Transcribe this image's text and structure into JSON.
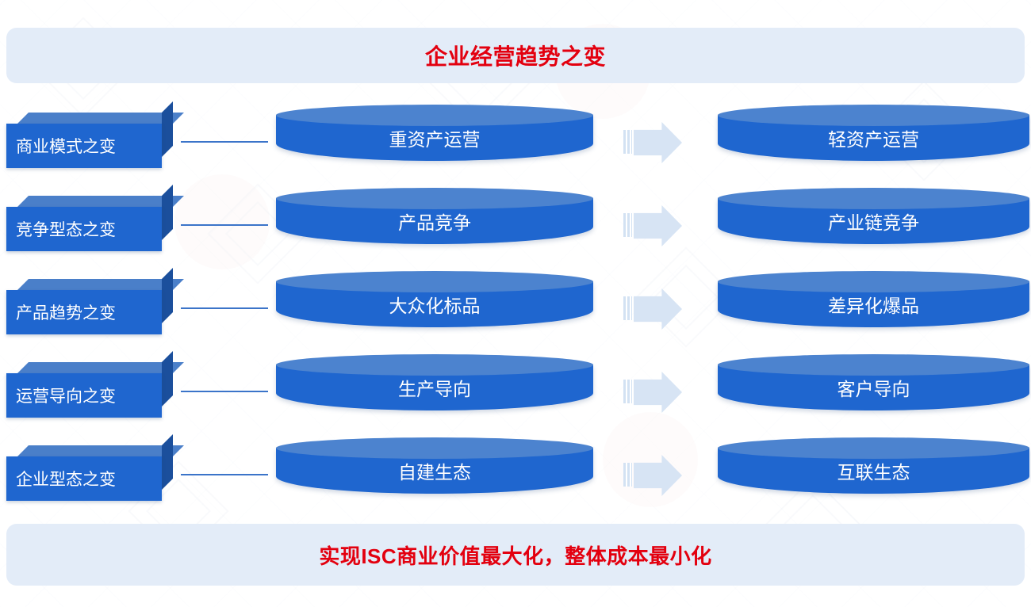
{
  "top_banner": {
    "title": "企业经营趋势之变",
    "accent_color": "#e3000f",
    "background_color": "#e3ecf8"
  },
  "bottom_banner": {
    "title": "实现ISC商业价值最大化，整体成本最小化",
    "accent_color": "#e3000f",
    "background_color": "#e3ecf8"
  },
  "theme": {
    "cylinder_body_color": "#1f66cf",
    "cylinder_top_color": "#4c83cf",
    "cube_face_color": "#1f66cf",
    "cube_top_color": "#4a7fc9",
    "cube_side_color": "#1b4f9c",
    "connector_color": "#3b74c9",
    "arrow_color": "#d7e4f4",
    "page_background": "#ffffff"
  },
  "arrow_icon": "right-arrow-icon",
  "rows": [
    {
      "label": "商业模式之变",
      "from": "重资产运营",
      "to": "轻资产运营"
    },
    {
      "label": "竞争型态之变",
      "from": "产品竞争",
      "to": "产业链竞争"
    },
    {
      "label": "产品趋势之变",
      "from": "大众化标品",
      "to": "差异化爆品"
    },
    {
      "label": "运营导向之变",
      "from": "生产导向",
      "to": "客户导向"
    },
    {
      "label": "企业型态之变",
      "from": "自建生态",
      "to": "互联生态"
    }
  ]
}
